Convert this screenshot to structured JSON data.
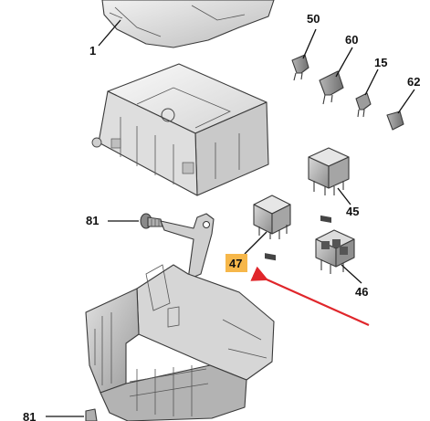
{
  "diagram": {
    "callouts": [
      {
        "id": "cover",
        "label": "1"
      },
      {
        "id": "fuse-50",
        "label": "50"
      },
      {
        "id": "fuse-60",
        "label": "60"
      },
      {
        "id": "fuse-15",
        "label": "15"
      },
      {
        "id": "fuse-62",
        "label": "62"
      },
      {
        "id": "relay-45",
        "label": "45"
      },
      {
        "id": "relay-47",
        "label": "47"
      },
      {
        "id": "relay-46",
        "label": "46"
      },
      {
        "id": "clip-81-top",
        "label": "81"
      },
      {
        "id": "clip-81-bottom",
        "label": "81"
      }
    ],
    "highlight": {
      "target": "relay-47",
      "color": "#f6b74a",
      "arrow_color": "#e0262b"
    }
  }
}
